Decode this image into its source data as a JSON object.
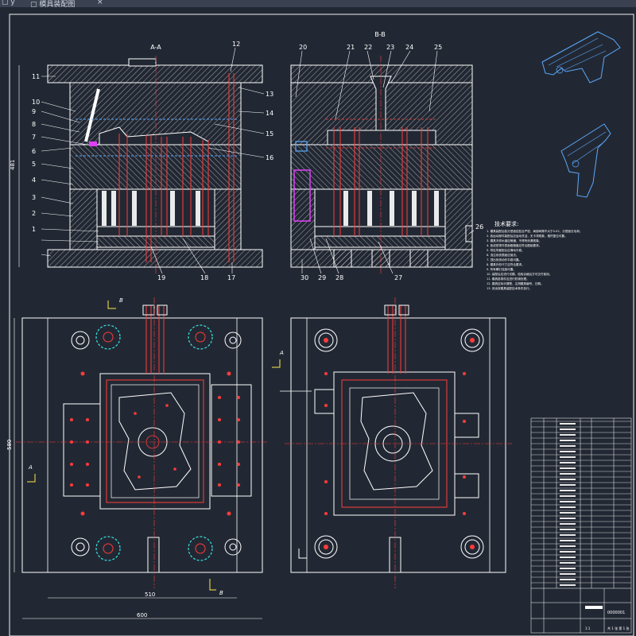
{
  "tabs": {
    "first": "▢ y",
    "second": "▢ 模具装配图",
    "close": "×"
  },
  "sections": {
    "aa": "A-A",
    "bb": "B-B"
  },
  "part_numbers": [
    "1",
    "2",
    "3",
    "4",
    "5",
    "6",
    "7",
    "8",
    "9",
    "10",
    "11",
    "12",
    "13",
    "14",
    "15",
    "16",
    "17",
    "18",
    "19",
    "20",
    "21",
    "22",
    "23",
    "24",
    "25",
    "26",
    "27",
    "28",
    "29",
    "30"
  ],
  "dimensions": {
    "height": "481",
    "plan_height": "580",
    "inner_width": "510",
    "outer_width": "600"
  },
  "section_markers": {
    "a": "A",
    "b": "B"
  },
  "tech_requirements": {
    "title": "技术要求:",
    "lines": [
      "1. 模具装配后各分型面应贴合严密，局部间隙不大于0.02，分型面无毛刺。",
      "2. 各运动部件装配后应运动灵活，无卡滞现象，推杆复位可靠。",
      "3. 模具冷却水道应畅通，不得有渗漏现象。",
      "4. 各成型零件表面粗糙度应符合图纸要求。",
      "5. 导柱导套配合应滑动平稳。",
      "6. 浇注系统表面应抛光。",
      "7. 顶出系统动作平稳可靠。",
      "8. 模具外形尺寸应符合要求。",
      "9. 所有螺钉连接可靠。",
      "10. 装配后应进行试模，检验合格后方可交付使用。",
      "11. 模具各零件应进行防锈处理。",
      "12. 模具应标识清楚，注明模具编号、日期。",
      "13. 其余按模具装配技术条件执行。"
    ]
  },
  "title_block": {
    "drawing_no": "0000001",
    "scale": "1:1",
    "sheet": "共 1 张 第 1 张"
  },
  "colors": {
    "background": "#222833",
    "line": "#f2f2f2",
    "red": "#ff3b3b",
    "blue": "#5aa9ff",
    "magenta": "#e040fb",
    "cyan": "#37e6e6",
    "yellow": "#ffe94d"
  }
}
